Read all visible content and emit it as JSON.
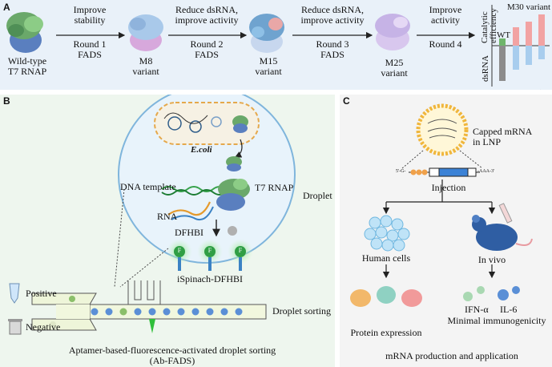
{
  "panel_a": {
    "letter": "A",
    "wildtype": [
      "Wild-type",
      "T7 RNAP"
    ],
    "arrow1_top": [
      "Improve",
      "stability"
    ],
    "arrow1_bottom": [
      "Round 1",
      "FADS"
    ],
    "m8": [
      "M8",
      "variant"
    ],
    "arrow2_top": [
      "Reduce dsRNA,",
      "improve activity"
    ],
    "arrow2_bottom": [
      "Round 2",
      "FADS"
    ],
    "m15": [
      "M15",
      "variant"
    ],
    "arrow3_top": [
      "Reduce dsRNA,",
      "improve activity"
    ],
    "arrow3_bottom": [
      "Round 3",
      "FADS"
    ],
    "m25": [
      "M25",
      "variant"
    ],
    "arrow4_top": [
      "Improve",
      "activity"
    ],
    "arrow4_bottom": "Round 4",
    "chart_title": "M30 variant",
    "catalytic": [
      "Catalytic",
      "efficiency"
    ],
    "dsrna": "dsRNA",
    "wt": "WT",
    "colors": {
      "green": "#6fb56c",
      "gray": "#8c8c8c",
      "red": "#f2a3a3",
      "blue": "#a8cdee"
    }
  },
  "panel_b": {
    "letter": "B",
    "ecoli": "E.coli",
    "dna_template": "DNA template",
    "t7": "T7 RNAP",
    "rna": "RNA",
    "dfhbi": "DFHBI",
    "fluor": "F",
    "ispinach": "iSpinach-DFHBI",
    "droplet": "Droplet",
    "positive": "Positive",
    "negative": "Negative",
    "sorting": "Droplet sorting",
    "caption": [
      "Aptamer-based-fluorescence-activated droplet sorting",
      "(Ab-FADS)"
    ]
  },
  "panel_c": {
    "letter": "C",
    "capped": [
      "Capped mRNA",
      "in LNP"
    ],
    "construct_left": "5'-G-",
    "construct_right": "-AAA-3'",
    "injection": "Injection",
    "human_cells": "Human cells",
    "in_vivo": "In vivo",
    "protein_expression": "Protein expression",
    "ifn": "IFN-α",
    "il6": "IL-6",
    "immuno": "Minimal immunogenicity",
    "caption": "mRNA production and application"
  }
}
